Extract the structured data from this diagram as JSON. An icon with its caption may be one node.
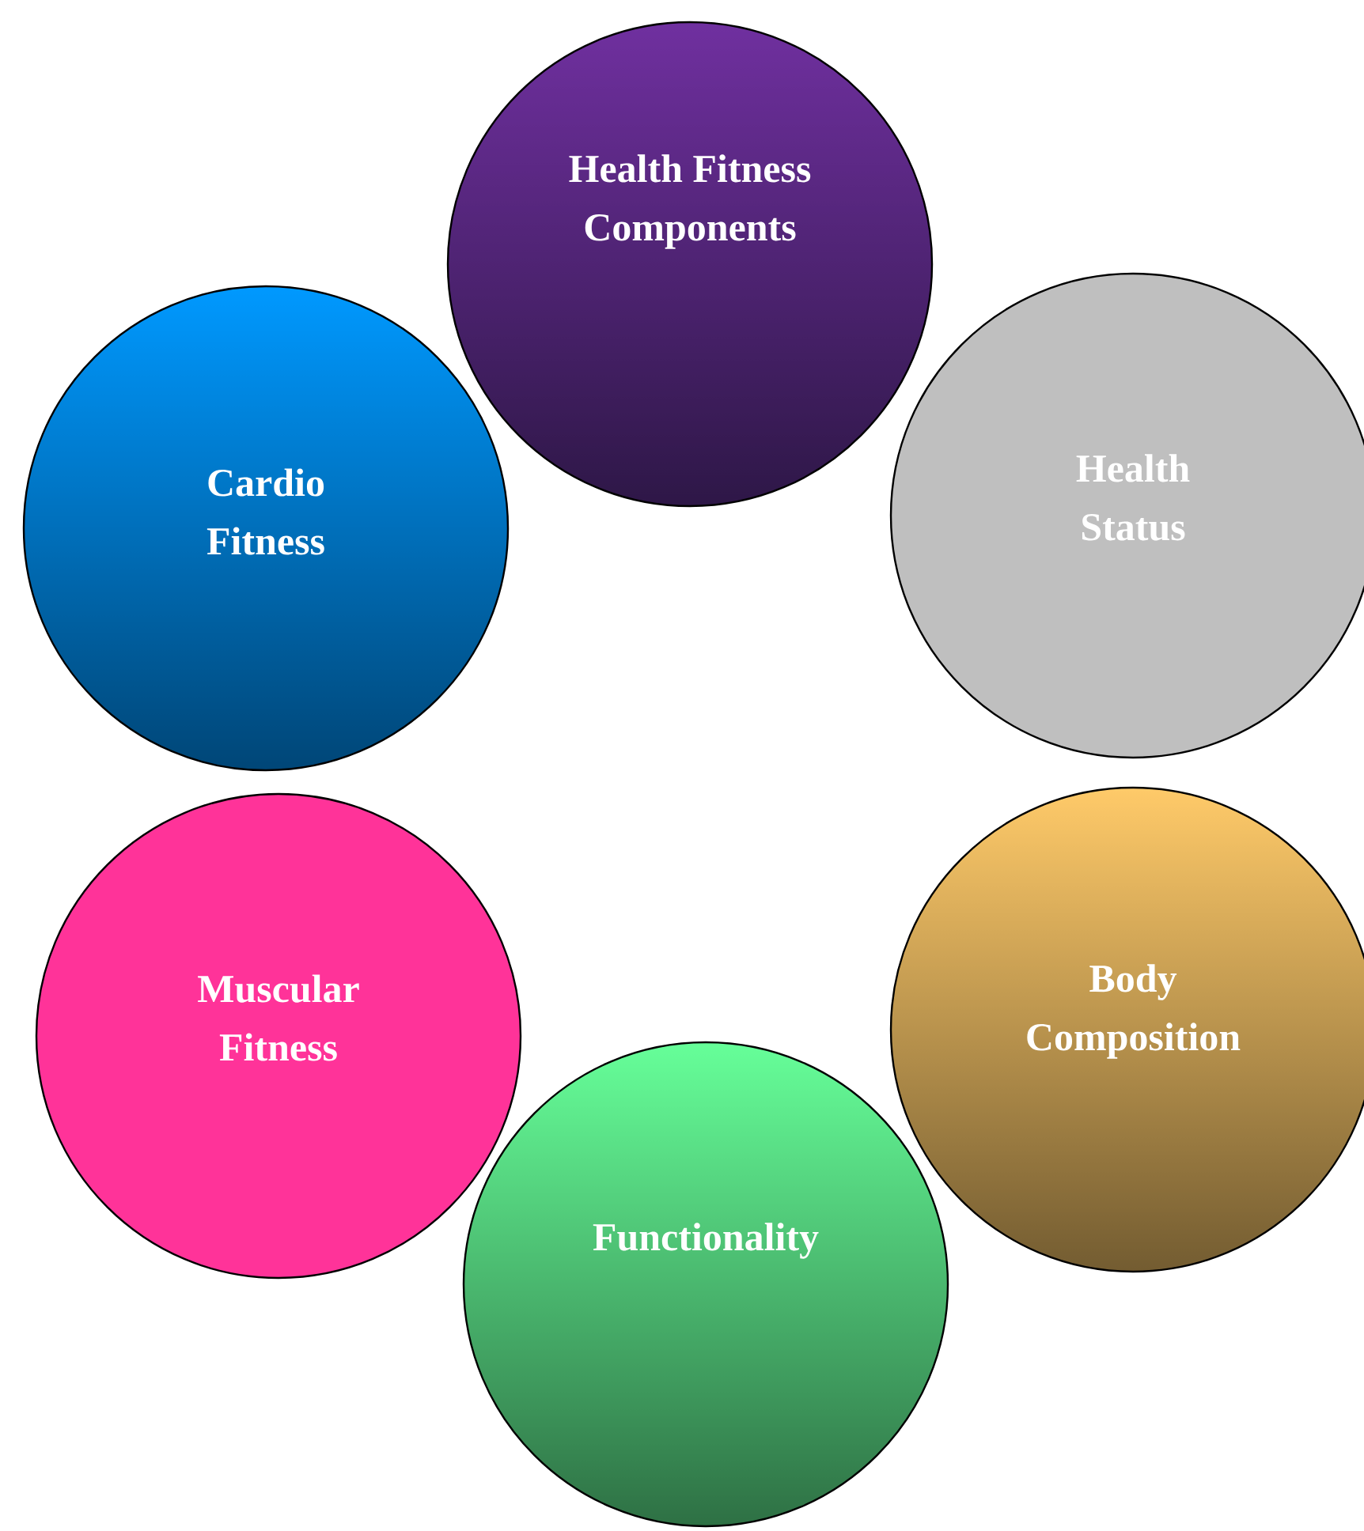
{
  "diagram": {
    "nodes": [
      {
        "text": [
          "Health Fitness Components"
        ]
      },
      {
        "text": [
          "Health Status"
        ]
      },
      {
        "text": [
          "Body Composition"
        ]
      },
      {
        "text": [
          "Functionality"
        ]
      },
      {
        "text": [
          "Muscular Fitness"
        ]
      },
      {
        "text": [
          "Cardio Fitness"
        ]
      }
    ]
  }
}
